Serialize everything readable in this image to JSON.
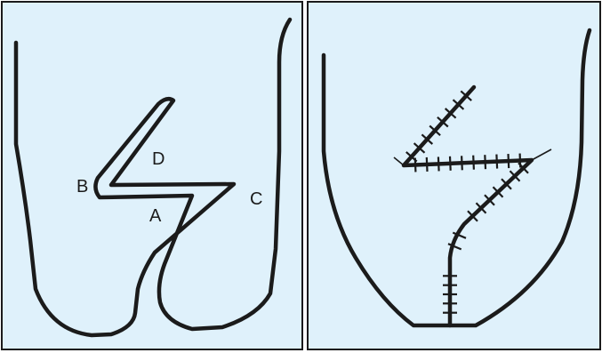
{
  "labels": {
    "a": "A",
    "b": "B",
    "c": "C",
    "d": "D"
  },
  "colors": {
    "panel_background": "#dff1fb",
    "line": "#1b1b1b",
    "page_background": "#ffffff"
  }
}
